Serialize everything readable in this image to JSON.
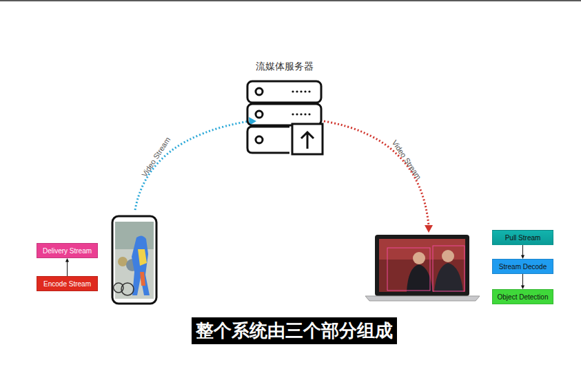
{
  "diagram": {
    "caption": "整个系统由三个部分组成",
    "nodes": [
      {
        "text": [
          "流媒体服务器"
        ]
      },
      {
        "text": [
          "Delivery Stream"
        ]
      },
      {
        "text": [
          "Encode Stream"
        ]
      },
      {
        "text": [
          "Pull Stream"
        ]
      },
      {
        "text": [
          "Stream Decode"
        ]
      },
      {
        "text": [
          "Object Detection"
        ]
      }
    ],
    "edges": [
      {
        "from": 2,
        "to": 1,
        "arrow": "to"
      },
      {
        "from": 3,
        "to": 4,
        "arrow": "to"
      },
      {
        "from": 4,
        "to": 5,
        "arrow": "to"
      }
    ],
    "labels": [
      "Video Stream",
      "Video Stream"
    ]
  }
}
